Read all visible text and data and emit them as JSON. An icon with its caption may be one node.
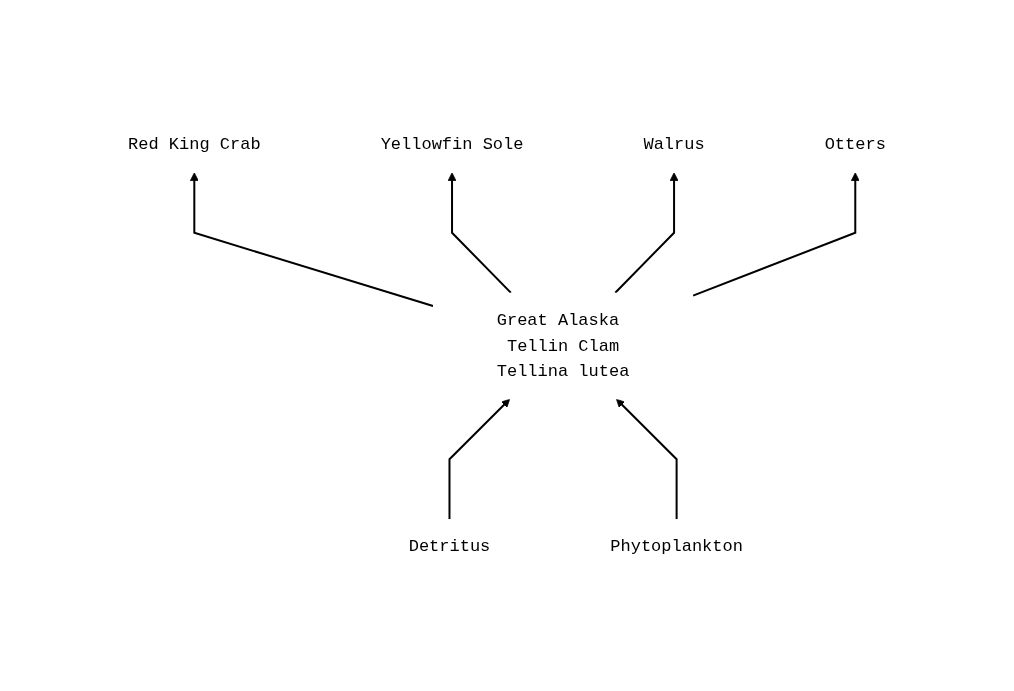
{
  "diagram": {
    "nodes": [
      {
        "text": [
          "Red King Crab"
        ]
      },
      {
        "text": [
          "Yellowfin Sole"
        ]
      },
      {
        "text": [
          "Walrus"
        ]
      },
      {
        "text": [
          "Otters"
        ]
      },
      {
        "text": [
          "Great Alaska Tellin Clam",
          "Tellina lutea"
        ]
      },
      {
        "text": [
          "Detritus"
        ]
      },
      {
        "text": [
          "Phytoplankton"
        ]
      }
    ],
    "edges": [
      {
        "from": 4,
        "to": 0,
        "arrow": "to"
      },
      {
        "from": 4,
        "to": 1,
        "arrow": "to"
      },
      {
        "from": 4,
        "to": 2,
        "arrow": "to"
      },
      {
        "from": 4,
        "to": 3,
        "arrow": "to"
      },
      {
        "from": 5,
        "to": 4,
        "arrow": "to"
      },
      {
        "from": 6,
        "to": 4,
        "arrow": "to"
      }
    ]
  }
}
